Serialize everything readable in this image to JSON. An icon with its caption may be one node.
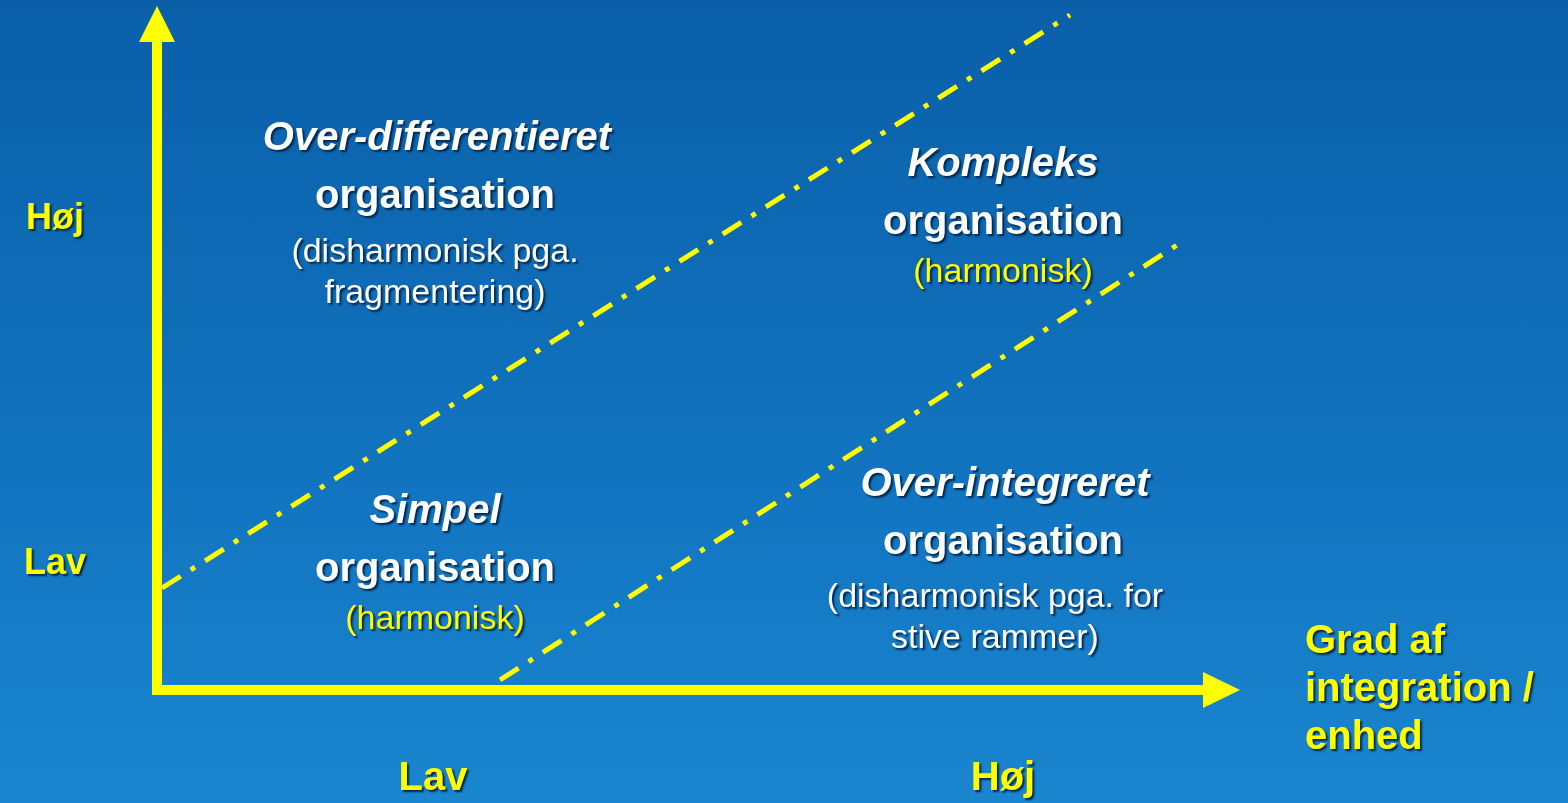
{
  "diagram": {
    "labels": [
      "Over-differentieret",
      "organisation",
      "(disharmonisk pga. fragmentering)",
      "Kompleks",
      "organisation",
      "(harmonisk)",
      "Høj",
      "Simpel",
      "organisation",
      "(harmonisk)",
      "Lav",
      "Over-integreret",
      "organisation",
      "(disharmonisk pga. for stive rammer)",
      "Grad af integration / enhed",
      "Lav",
      "Høj"
    ]
  }
}
